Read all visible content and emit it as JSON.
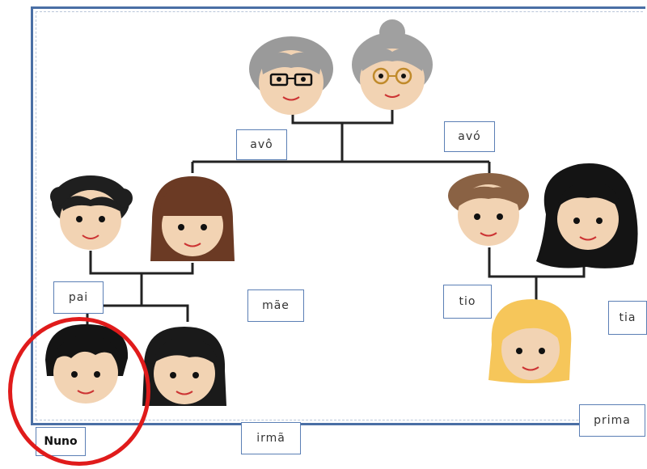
{
  "labels": {
    "avo_m": "avô",
    "avo_f": "avó",
    "pai": "pai",
    "mae": "mãe",
    "tio": "tio",
    "tia": "tia",
    "nuno": "Nuno",
    "irma": "irmã",
    "prima": "prima"
  },
  "colors": {
    "border": "#4a6fa5",
    "line": "#222222",
    "skin": "#f2d3b3",
    "highlight": "#e01b1b"
  },
  "people": [
    {
      "role": "avô",
      "hair": "#9a9a9a",
      "glasses": true
    },
    {
      "role": "avó",
      "hair": "#a0a0a0",
      "glasses": true
    },
    {
      "role": "pai",
      "hair": "#1f1f1f"
    },
    {
      "role": "mãe",
      "hair": "#6b3a24"
    },
    {
      "role": "tio",
      "hair": "#8a6244"
    },
    {
      "role": "tia",
      "hair": "#141414"
    },
    {
      "role": "Nuno",
      "hair": "#141414"
    },
    {
      "role": "irmã",
      "hair": "#1a1a1a"
    },
    {
      "role": "prima",
      "hair": "#f6c65a"
    }
  ]
}
